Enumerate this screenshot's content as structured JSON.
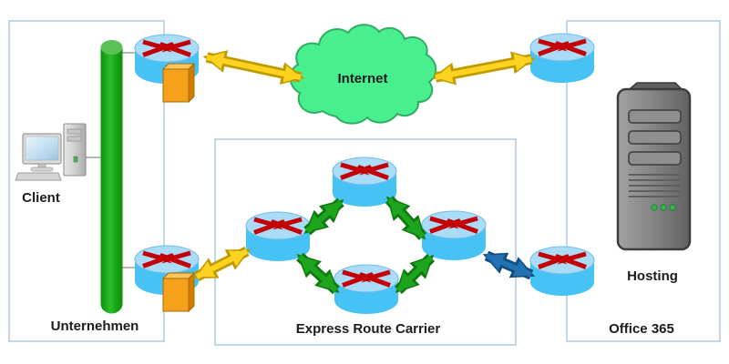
{
  "diagram": {
    "type": "network-topology",
    "labels": {
      "client": "Client",
      "unternehmen": "Unternehmen",
      "internet": "Internet",
      "express_route_carrier": "Express Route Carrier",
      "hosting": "Hosting",
      "office_365": "Office 365"
    },
    "zones": [
      {
        "id": "unternehmen",
        "label_ref": "unternehmen"
      },
      {
        "id": "express-route-carrier",
        "label_ref": "express_route_carrier"
      },
      {
        "id": "office-365",
        "label_ref": "office_365"
      }
    ],
    "nodes": [
      {
        "id": "client-pc",
        "icon": "desktop-computer-icon",
        "zone": "unternehmen",
        "label_ref": "client"
      },
      {
        "id": "lan-backbone",
        "icon": "green-backbone-bar",
        "zone": "unternehmen"
      },
      {
        "id": "edge-router-top",
        "icon": "router-icon",
        "accessory": "firewall-icon",
        "zone": "unternehmen"
      },
      {
        "id": "edge-router-bottom",
        "icon": "router-icon",
        "accessory": "firewall-icon",
        "zone": "unternehmen"
      },
      {
        "id": "internet-cloud",
        "icon": "cloud-icon",
        "label_ref": "internet"
      },
      {
        "id": "internet-edge-router",
        "icon": "router-icon",
        "zone": "office-365"
      },
      {
        "id": "carrier-router-top",
        "icon": "router-icon",
        "zone": "express-route-carrier"
      },
      {
        "id": "carrier-router-left",
        "icon": "router-icon",
        "zone": "express-route-carrier"
      },
      {
        "id": "carrier-router-right",
        "icon": "router-icon",
        "zone": "express-route-carrier"
      },
      {
        "id": "carrier-router-bottom",
        "icon": "router-icon",
        "zone": "express-route-carrier"
      },
      {
        "id": "office-edge-router",
        "icon": "router-icon",
        "zone": "office-365"
      },
      {
        "id": "hosting-server",
        "icon": "server-tower-icon",
        "zone": "office-365",
        "label_ref": "hosting"
      }
    ],
    "connections": [
      {
        "from": "client-pc",
        "to": "lan-backbone",
        "style": "thin-gray-line"
      },
      {
        "from": "lan-backbone",
        "to": "edge-router-top",
        "style": "thin-gray-line"
      },
      {
        "from": "lan-backbone",
        "to": "edge-router-bottom",
        "style": "thin-gray-line"
      },
      {
        "from": "edge-router-top",
        "to": "internet-cloud",
        "style": "yellow-double-arrow"
      },
      {
        "from": "internet-cloud",
        "to": "internet-edge-router",
        "style": "yellow-double-arrow"
      },
      {
        "from": "edge-router-bottom",
        "to": "carrier-router-left",
        "style": "yellow-double-arrow"
      },
      {
        "from": "carrier-router-left",
        "to": "carrier-router-top",
        "style": "green-double-arrow"
      },
      {
        "from": "carrier-router-top",
        "to": "carrier-router-right",
        "style": "green-double-arrow"
      },
      {
        "from": "carrier-router-left",
        "to": "carrier-router-bottom",
        "style": "green-double-arrow"
      },
      {
        "from": "carrier-router-bottom",
        "to": "carrier-router-right",
        "style": "green-double-arrow"
      },
      {
        "from": "carrier-router-right",
        "to": "office-edge-router",
        "style": "blue-double-arrow"
      }
    ],
    "colors": {
      "zone_border": "#aac4dd",
      "router_body": "#47c2f5",
      "router_top": "#abdcf7",
      "router_x": "#c40007",
      "cloud_fill": "#49ee8e",
      "cloud_border": "#2fae62",
      "backbone_green": "#17a317",
      "firewall_orange": "#f6a11c",
      "arrow_yellow": "#ffd31f",
      "arrow_yellow_border": "#bf9b00",
      "arrow_green": "#1ea51e",
      "arrow_blue": "#2271b3",
      "server_gray": "#7f7f7f",
      "label_color": "#1c1c1c"
    }
  }
}
